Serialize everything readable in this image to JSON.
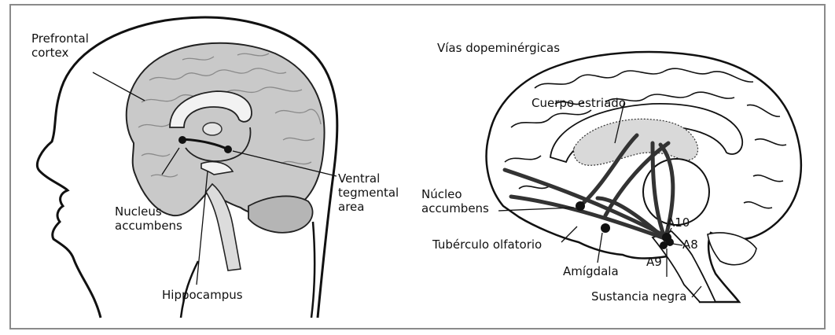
{
  "left_panel": {
    "labels": {
      "prefrontal_cortex": "Prefrontal\ncortex",
      "nucleus_accumbens": "Nucleus\naccumbens",
      "ventral_tegmental_area": "Ventral\ntegmental\narea",
      "hippocampus": "Hippocampus"
    }
  },
  "right_panel": {
    "title": "Vías dopeminérgicas",
    "labels": {
      "cuerpo_estriado": "Cuerpo estriado",
      "nucleo_accumbens": "Núcleo\naccumbens",
      "tuberculo_olfatorio": "Tubérculo olfatorio",
      "amigdala": "Amígdala",
      "a10": "A10",
      "a8": "A8",
      "a9": "A9",
      "sustancia_negra": "Sustancia negra"
    }
  },
  "colors": {
    "frame_border": "#8a8a8a",
    "brain_fill": "#c9c9c9",
    "brainstem_fill": "#dcdcdc",
    "line": "#111111"
  }
}
